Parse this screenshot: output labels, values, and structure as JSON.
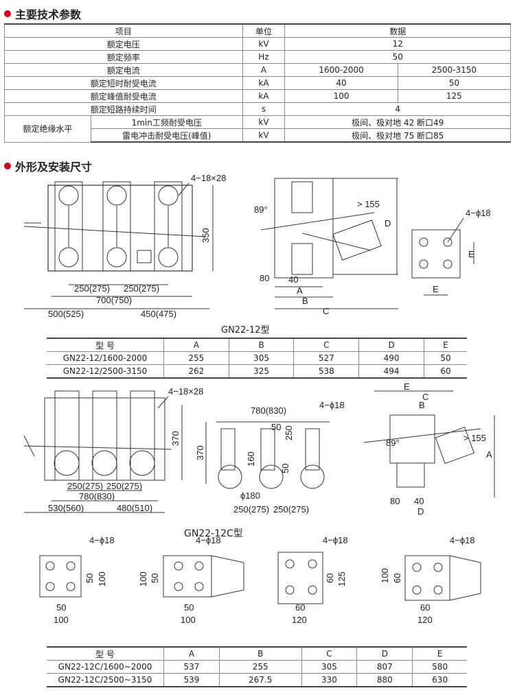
{
  "section1": {
    "title": "主要技术参数"
  },
  "spec_table": {
    "headers": [
      "项目",
      "单位",
      "数据"
    ],
    "rows": [
      [
        "额定电压",
        "kV",
        "12"
      ],
      [
        "额定频率",
        "Hz",
        "50"
      ],
      [
        "额定电流",
        "A",
        "1600-2000",
        "2500-3150"
      ],
      [
        "额定短时耐受电流",
        "kA",
        "40",
        "50"
      ],
      [
        "额定峰值耐受电流",
        "kA",
        "100",
        "125"
      ],
      [
        "额定短路持续时间",
        "s",
        "4"
      ]
    ],
    "insulation": {
      "group": "额定绝缘水平",
      "rows": [
        [
          "1min工频耐受电压",
          "kV",
          "极间、极对地 42 断口49"
        ],
        [
          "雷电冲击耐受电压(峰值)",
          "kV",
          "极间、极对地 75 断口85"
        ]
      ]
    }
  },
  "section2": {
    "title": "外形及安装尺寸"
  },
  "drawing1": {
    "labels": {
      "holes": "4−18×28",
      "h350": "350",
      "d250a": "250(275)",
      "d250b": "250(275)",
      "d700": "700(750)",
      "d500": "500(525)",
      "d450": "450(475)",
      "a89": "89°",
      "g155": "> 155",
      "d80": "80",
      "d40": "40",
      "A": "A",
      "B": "B",
      "C": "C",
      "D": "D",
      "E": "E",
      "holes2": "4−ϕ18",
      "E2": "E",
      "E3": "E"
    },
    "caption": "GN22-12型"
  },
  "table2": {
    "headers": [
      "型 号",
      "A",
      "B",
      "C",
      "D",
      "E"
    ],
    "rows": [
      [
        "GN22-12/1600-2000",
        "255",
        "305",
        "527",
        "490",
        "50"
      ],
      [
        "GN22-12/2500-3150",
        "262",
        "325",
        "538",
        "494",
        "60"
      ]
    ]
  },
  "drawing2": {
    "labels": {
      "holes": "4−18×28",
      "h370": "370",
      "d250a": "250(275)",
      "d250b": "250(275)",
      "d780": "780(830)",
      "d530": "530(560)",
      "d480": "480(510)",
      "t780": "780(830)",
      "t50": "50",
      "t250": "250",
      "t370": "370",
      "t160": "160",
      "t50b": "50",
      "t180": "ϕ180",
      "t250a": "250(275)",
      "t250b": "250(275)",
      "holes2": "4−ϕ18",
      "E": "E",
      "C": "C",
      "B": "B",
      "a89": "89°",
      "g155": "> 155",
      "A": "A",
      "d80": "80",
      "d40": "40",
      "D": "D"
    },
    "caption": "GN22-12C型"
  },
  "plates": [
    {
      "hole": "4−ϕ18",
      "v1": "50",
      "v2": "100",
      "h1": "50",
      "h2": "100"
    },
    {
      "hole": "4−ϕ18",
      "v1": "50",
      "v2": "100",
      "h1": "50",
      "h2": "100"
    },
    {
      "hole": "4−ϕ18",
      "v1": "60",
      "v2": "125",
      "h1": "60",
      "h2": "120"
    },
    {
      "hole": "4−ϕ18",
      "v1": "60",
      "v2": "100",
      "h1": "60",
      "h2": "120"
    }
  ],
  "table3": {
    "headers": [
      "型 号",
      "A",
      "B",
      "C",
      "D",
      "E"
    ],
    "rows": [
      [
        "GN22-12C/1600~2000",
        "537",
        "255",
        "305",
        "807",
        "580"
      ],
      [
        "GN22-12C/2500~3150",
        "539",
        "267.5",
        "330",
        "880",
        "630"
      ]
    ]
  },
  "colors": {
    "accent": "#d6001c",
    "line": "#333333"
  }
}
